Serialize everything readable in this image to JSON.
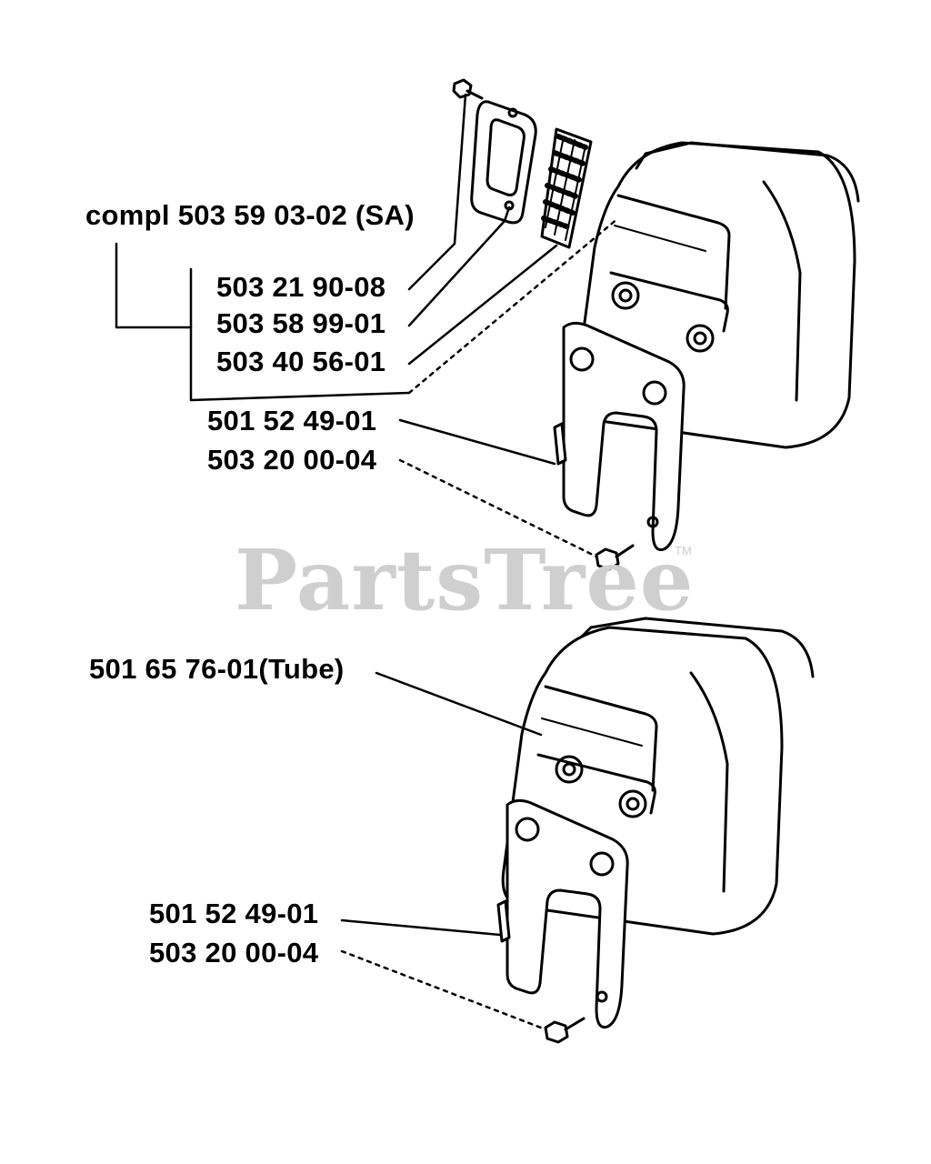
{
  "watermark": {
    "text": "PartsTree",
    "trademark": "TM"
  },
  "top_assembly": {
    "complete_label": "compl 503 59 03-02 (SA)",
    "parts": [
      {
        "label": "503 21 90-08"
      },
      {
        "label": "503 58 99-01"
      },
      {
        "label": "503 40 56-01"
      },
      {
        "label": "501 52 49-01"
      },
      {
        "label": "503 20 00-04"
      }
    ]
  },
  "bottom_assembly": {
    "parts": [
      {
        "label": "501 65 76-01(Tube)"
      },
      {
        "label": "501 52 49-01"
      },
      {
        "label": "503 20 00-04"
      }
    ]
  },
  "colors": {
    "line": "#000000",
    "watermark": "#cfcfcf",
    "background": "#ffffff"
  }
}
